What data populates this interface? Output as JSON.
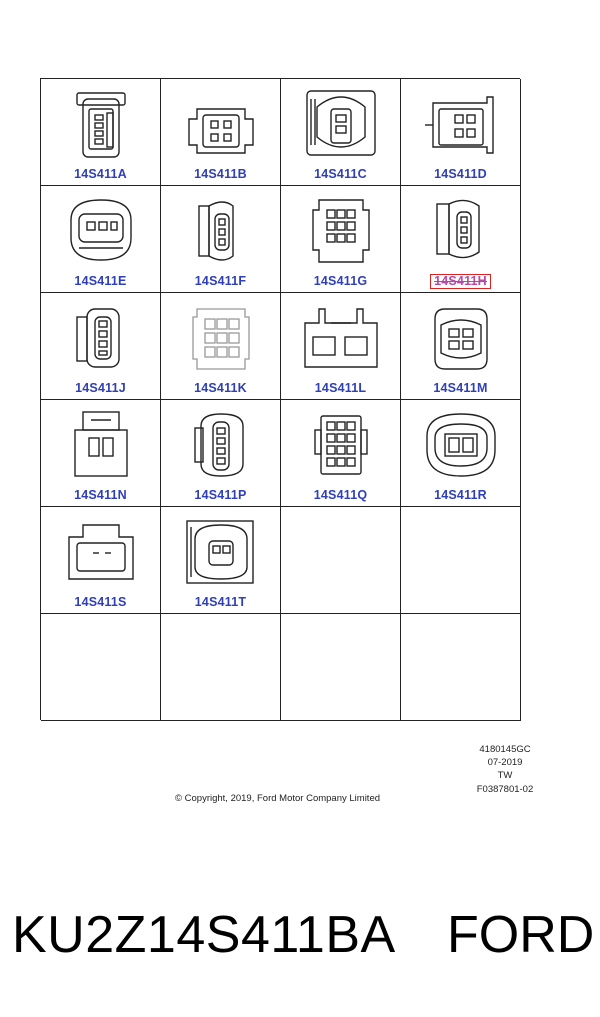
{
  "connectors": [
    {
      "label": "14S411A",
      "icon": "connector-a-icon"
    },
    {
      "label": "14S411B",
      "icon": "connector-b-icon"
    },
    {
      "label": "14S411C",
      "icon": "connector-c-icon"
    },
    {
      "label": "14S411D",
      "icon": "connector-d-icon"
    },
    {
      "label": "14S411E",
      "icon": "connector-e-icon"
    },
    {
      "label": "14S411F",
      "icon": "connector-f-icon"
    },
    {
      "label": "14S411G",
      "icon": "connector-g-icon"
    },
    {
      "label": "14S411H",
      "icon": "connector-h-icon",
      "highlighted": true
    },
    {
      "label": "14S411J",
      "icon": "connector-j-icon"
    },
    {
      "label": "14S411K",
      "icon": "connector-k-icon"
    },
    {
      "label": "14S411L",
      "icon": "connector-l-icon"
    },
    {
      "label": "14S411M",
      "icon": "connector-m-icon"
    },
    {
      "label": "14S411N",
      "icon": "connector-n-icon"
    },
    {
      "label": "14S411P",
      "icon": "connector-p-icon"
    },
    {
      "label": "14S411Q",
      "icon": "connector-q-icon"
    },
    {
      "label": "14S411R",
      "icon": "connector-r-icon"
    },
    {
      "label": "14S411S",
      "icon": "connector-s-icon"
    },
    {
      "label": "14S411T",
      "icon": "connector-t-icon"
    }
  ],
  "colors": {
    "label": "#2f3fb8",
    "highlight_border": "#d22222"
  },
  "meta_block": {
    "code": "4180145GC",
    "date": "07-2019",
    "initials": "TW",
    "figure": "F0387801-02"
  },
  "copyright": "© Copyright, 2019, Ford Motor Company Limited",
  "part_number": "KU2Z14S411BA",
  "brand": "FORD"
}
